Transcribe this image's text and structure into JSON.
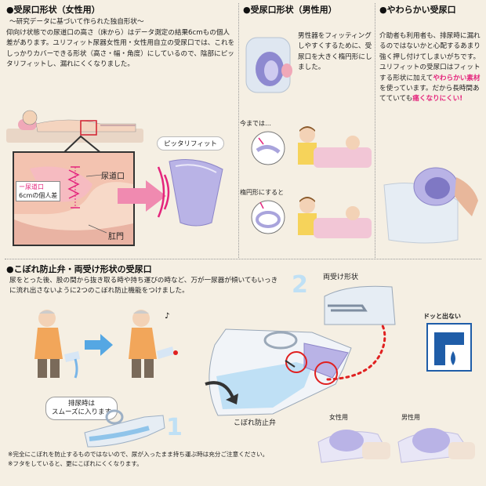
{
  "female": {
    "heading": "●受尿口形状（女性用）",
    "subtitle": "～研究データに基づいて作られた独自形状～",
    "body": "仰向け状態での尿道口の高さ（床から）はデータ測定の結果6cmもの個人差があります。ユリフィット尿器女性用・女性用自立の受尿口では、これをしっかりカバーできる形状（高さ・幅・角度）にしているので、陰部にピッタリフィットし、漏れにくくなりました。",
    "diagram_labels": {
      "urethra": "尿道口",
      "diff_line1": "ー尿道口",
      "diff_line2": "6cmの個人差",
      "anus": "肛門"
    },
    "fit_label": "ピッタリフィット"
  },
  "male": {
    "heading": "●受尿口形状（男性用）",
    "body": "男性器をフィッティングしやすくするために、受尿口を大きく楕円形にしました。",
    "before_label": "今までは…",
    "after_label": "楕円形にすると"
  },
  "soft": {
    "heading": "●やわらかい受尿口",
    "body_part1": "介助者も利用者も、排尿時に漏れるのではないかと心配するあまり強く押し付けてしまいがちです。ユリフィットの受尿口はフィットする形状に加えて",
    "body_highlight1": "やわらかい素材",
    "body_part2": "を使っています。だから長時間あてていても",
    "body_highlight2": "痛くなりにくい!"
  },
  "spill": {
    "heading": "●こぼれ防止弁・両受け形状の受尿口",
    "body": "尿をとった後、股の間から抜き取る時や持ち運びの時など、万が一尿器が傾いてもいっきに流れ出さないように2つのこぼれ防止機能をつけました。",
    "label_both": "両受け形状",
    "label_valve": "こぼれ防止弁",
    "number_1": "1",
    "number_2": "2",
    "smooth_bubble_line1": "排尿時は",
    "smooth_bubble_line2": "スムーズに入ります",
    "dotto_label": "ドッと出ない",
    "female_label": "女性用",
    "male_label": "男性用",
    "note1": "※完全にこぼれを防止するものではないので、尿が入ったまま持ち運ぶ時は充分ご注意ください。",
    "note2": "※フタをしていると、更にこぼれにくくなります。"
  },
  "colors": {
    "background": "#f5efe3",
    "accent_pink": "#e4257c",
    "accent_blue": "#3a8fd0",
    "urinal_lavender": "#b9b3e6",
    "dotted_red": "#e02020"
  }
}
